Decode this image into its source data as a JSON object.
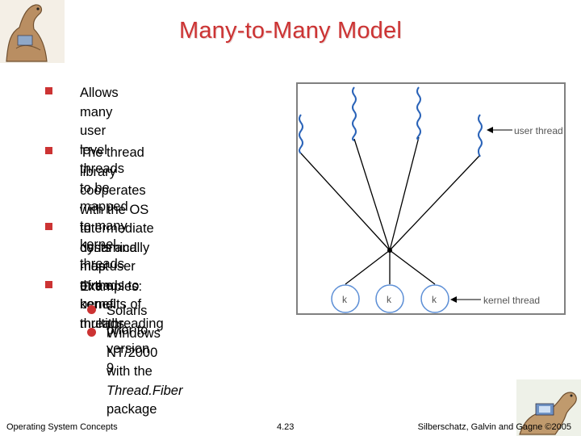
{
  "slide": {
    "title": "Many-to-Many Model",
    "bullets": [
      {
        "lines": [
          "Allows many user level",
          "threads to be mapped to many",
          "kernel threads"
        ]
      },
      {
        "lines": [
          "The thread library cooperates",
          "with the OS to dynamically",
          "map user threads to kernel",
          "threads"
        ]
      },
      {
        "lines": [
          "Intermediate costs and most",
          "of the benefits of",
          "multithreading"
        ]
      },
      {
        "lines": [
          "Examples:"
        ]
      }
    ],
    "sub_bullets": [
      {
        "lines": [
          "Solaris prior to version 9"
        ]
      },
      {
        "line1": "Windows NT/2000 with the",
        "italic": "Thread.Fiber",
        "rest": " package"
      }
    ]
  },
  "diagram": {
    "user_thread_label": "user thread",
    "kernel_thread_label": "kernel thread",
    "kernel_nodes": [
      "k",
      "k",
      "k"
    ]
  },
  "footer": {
    "left": "Operating System Concepts",
    "center": "4.23",
    "right": "Silberschatz, Galvin and Gagne ©2005"
  }
}
